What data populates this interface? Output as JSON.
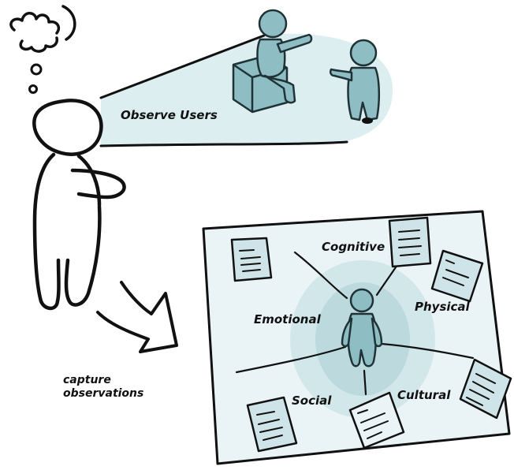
{
  "labels": {
    "observe_users": "Observe Users",
    "capture_line1": "capture",
    "capture_line2": "observations",
    "cognitive": "Cognitive",
    "emotional": "Emotional",
    "physical": "Physical",
    "social": "Social",
    "cultural": "Cultural"
  },
  "colors": {
    "ink": "#111111",
    "figure_fill": "#8fbdc4",
    "figure_stroke": "#1f3337",
    "beam_fill": "#dceef0",
    "aura_fill": "#c5dfe3",
    "paper_fill": "#eaf4f6",
    "note_fill": "#cfe4e8"
  }
}
